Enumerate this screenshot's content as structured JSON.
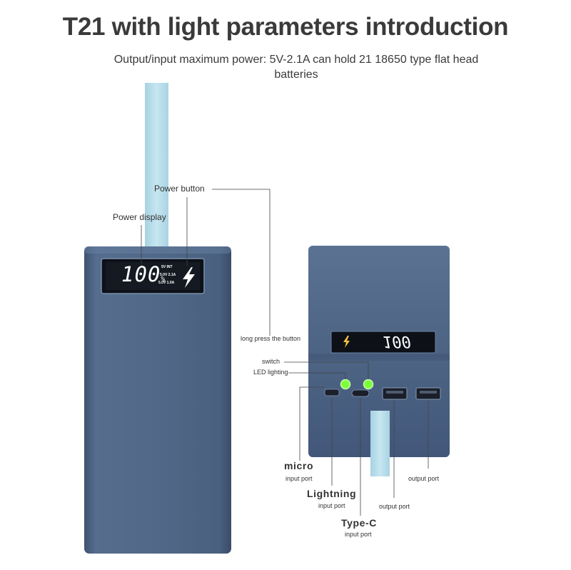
{
  "header": {
    "title": "T21 with light parameters introduction",
    "subtitle": "Output/input maximum power: 5V-2.1A can hold 21 18650 type flat head batteries"
  },
  "callouts": {
    "power_button": "Power button",
    "power_display": "Power display",
    "long_press": "long press the button",
    "switch": "switch",
    "led_lighting": "LED lighting",
    "micro": "micro",
    "micro_sub": "input port",
    "lightning": "Lightning",
    "lightning_sub": "input port",
    "typec": "Type-C",
    "typec_sub": "input port",
    "output_port_1": "output port",
    "output_port_2": "output port"
  },
  "display": {
    "percent": "100",
    "unit": "%",
    "line1": "5V INT",
    "line2": "5.0V 2.1A",
    "line3": "5.0V 1.0A",
    "rear_readout": "100"
  },
  "colors": {
    "body": "#4f6584",
    "body_dark": "#3c4f6b",
    "strap": "#b9dde9",
    "led": "#7dff3a"
  },
  "icons": {
    "power": "lightning-bolt-icon"
  }
}
